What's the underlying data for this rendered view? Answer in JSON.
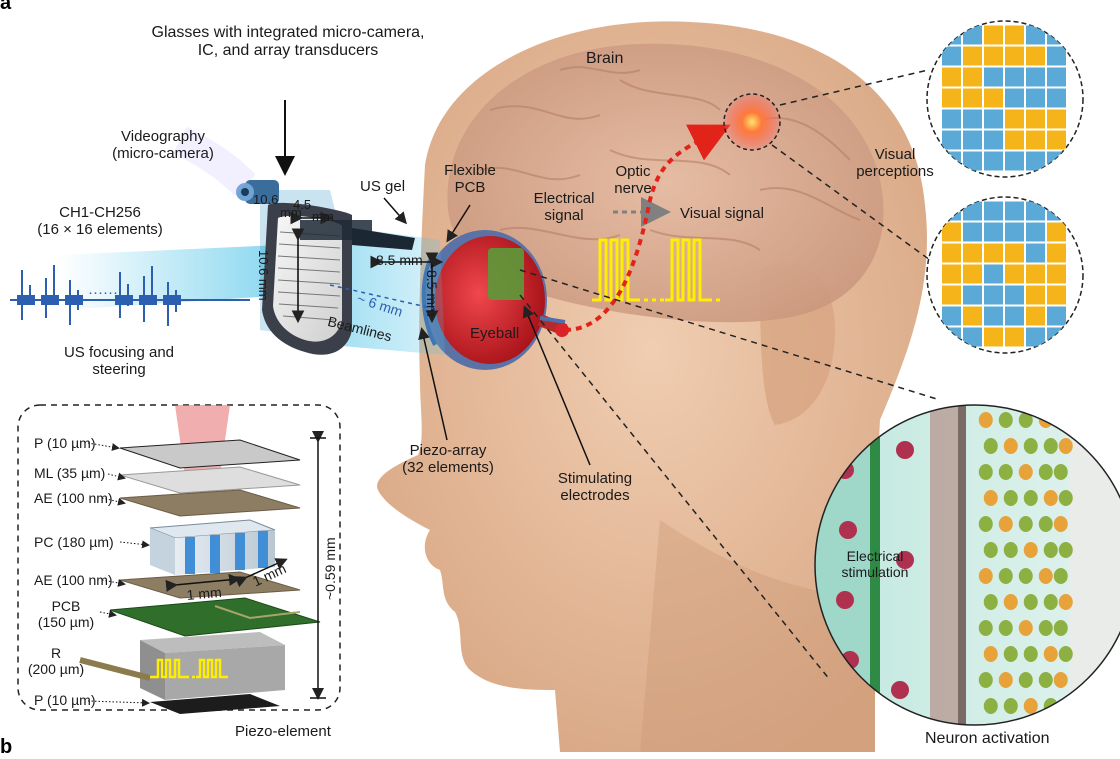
{
  "panels": {
    "top": "a",
    "bottom": "b"
  },
  "glasses": {
    "title": "Glasses with integrated micro-camera,\nIC, and array transducers",
    "camera": "Videography\n(micro-camera)",
    "channels": "CH1-CH256\n(16 × 16 elements)",
    "steering": "US focusing and\nsteering",
    "dim_106": "10.6",
    "dim_45": "4.5",
    "dim_mm1": "mm",
    "dim_mm2": "mm",
    "dim_vertical": "10.6 mm",
    "dots": "······"
  },
  "eye": {
    "us_gel": "US gel",
    "flexible_pcb": "Flexible\nPCB",
    "dim_85a": "8.5 mm",
    "dim_85b": "8.5 mm",
    "dim_6": "~ 6 mm",
    "beamlines": "Beamlines",
    "eyeball": "Eyeball",
    "piezo_array": "Piezo-array\n(32 elements)",
    "stim_electrodes": "Stimulating\nelectrodes"
  },
  "brain": {
    "brain": "Brain",
    "optic_nerve": "Optic\nnerve",
    "electrical_signal": "Electrical\nsignal",
    "visual_signal": "Visual signal",
    "visual_perceptions": "Visual\nperceptions"
  },
  "stack": {
    "layers": [
      "P (10 µm)",
      "ML (35 µm)",
      "AE (100 nm)",
      "PC (180 µm)",
      "AE (100 nm)",
      "PCB\n(150 µm)",
      "R\n(200 µm)",
      "P (10 µm)"
    ],
    "dim_1mm_a": "1 mm",
    "dim_1mm_b": "1 mm",
    "height": "~0.59 mm",
    "caption": "Piezo-element"
  },
  "neuron": {
    "stimulation": "Electrical\nstimulation",
    "caption": "Neuron activation"
  },
  "colors": {
    "skin": "#e9c2a3",
    "brain": "#d9ab93",
    "beam": "#4fc3e8",
    "eyeball": "#d8232a",
    "signal": "#ffee00",
    "arrow_red": "#e2231a",
    "pixel_blue": "#5aa9d6",
    "pixel_gold": "#f4b41a",
    "pcb_green": "#2f6e2b"
  },
  "perception_top": [
    [
      0,
      0,
      1,
      1,
      0,
      0
    ],
    [
      0,
      1,
      1,
      1,
      1,
      0
    ],
    [
      1,
      1,
      0,
      0,
      0,
      0
    ],
    [
      1,
      1,
      1,
      0,
      0,
      0
    ],
    [
      0,
      0,
      0,
      1,
      1,
      1
    ],
    [
      0,
      0,
      0,
      1,
      1,
      1
    ],
    [
      0,
      0,
      0,
      0,
      0,
      0
    ]
  ],
  "perception_bottom": [
    [
      0,
      0,
      0,
      0,
      0,
      0
    ],
    [
      1,
      0,
      0,
      0,
      0,
      1
    ],
    [
      1,
      1,
      1,
      1,
      0,
      1
    ],
    [
      1,
      1,
      0,
      1,
      1,
      1
    ],
    [
      1,
      0,
      0,
      0,
      1,
      1
    ],
    [
      0,
      1,
      0,
      0,
      1,
      0
    ],
    [
      0,
      0,
      1,
      1,
      0,
      0
    ]
  ]
}
